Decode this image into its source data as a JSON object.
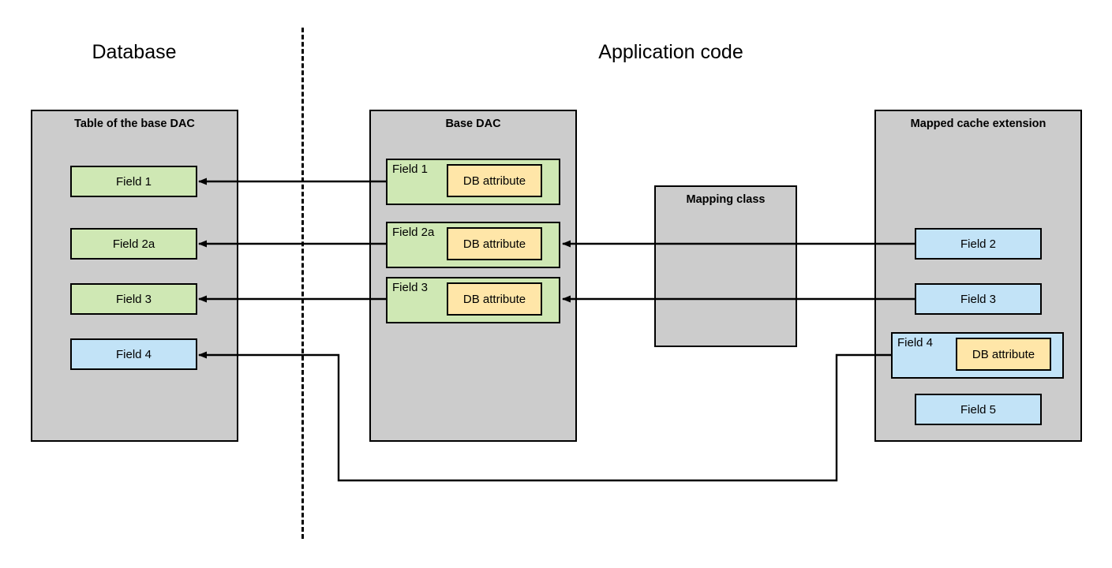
{
  "headers": {
    "left": "Database",
    "right": "Application code"
  },
  "divider": {
    "name": "boundary-divider"
  },
  "panels": {
    "database_table": {
      "title": "Table of the base DAC",
      "fields": [
        {
          "label": "Field 1",
          "color": "green"
        },
        {
          "label": "Field 2a",
          "color": "green"
        },
        {
          "label": "Field 3",
          "color": "green"
        },
        {
          "label": "Field 4",
          "color": "blue"
        }
      ]
    },
    "base_dac": {
      "title": "Base DAC",
      "fields": [
        {
          "label": "Field 1",
          "attribute": "DB attribute",
          "color": "green"
        },
        {
          "label": "Field 2a",
          "attribute": "DB attribute",
          "color": "green"
        },
        {
          "label": "Field 3",
          "attribute": "DB attribute",
          "color": "green"
        }
      ]
    },
    "mapping_class": {
      "title": "Mapping class"
    },
    "mapped_cache_extension": {
      "title": "Mapped cache extension",
      "fields": [
        {
          "label": "Field 2",
          "color": "blue",
          "attribute": null
        },
        {
          "label": "Field 3",
          "color": "blue",
          "attribute": null
        },
        {
          "label": "Field 4",
          "color": "blue",
          "attribute": "DB attribute"
        },
        {
          "label": "Field 5",
          "color": "blue",
          "attribute": null
        }
      ]
    }
  },
  "colors": {
    "panel_bg": "#cccccc",
    "green_field": "#cfe8b4",
    "blue_field": "#c2e3f7",
    "yellow_attribute": "#ffe6a8",
    "stroke": "#000000",
    "page_bg": "#ffffff"
  },
  "connections": [
    {
      "name": "base-field1-to-table-field1",
      "from": "base_dac.field1",
      "to": "database_table.field1"
    },
    {
      "name": "base-field2a-to-table-field2a",
      "from": "base_dac.field2a",
      "to": "database_table.field2a"
    },
    {
      "name": "base-field3-to-table-field3",
      "from": "base_dac.field3",
      "to": "database_table.field3"
    },
    {
      "name": "ext-field2-to-base-field2a",
      "from": "mapped_cache_extension.field2",
      "to": "base_dac.field2a"
    },
    {
      "name": "ext-field3-to-base-field3",
      "from": "mapped_cache_extension.field3",
      "to": "base_dac.field3"
    },
    {
      "name": "ext-field4-to-table-field4",
      "from": "mapped_cache_extension.field4",
      "to": "database_table.field4"
    }
  ]
}
